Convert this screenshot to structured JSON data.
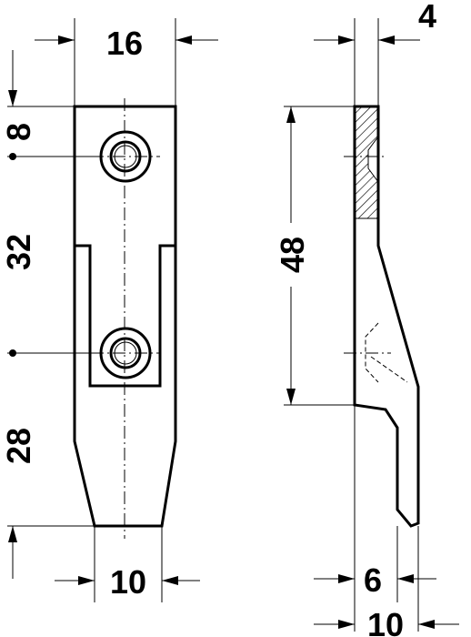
{
  "figure": {
    "front_view": {
      "top_width": "16",
      "bottom_width": "10",
      "offset_top_hole": "8",
      "hole_spacing": "32",
      "bottom_length": "28"
    },
    "side_view": {
      "thickness_top": "4",
      "height": "48",
      "hook_depth": "6",
      "overall_depth": "10"
    }
  }
}
